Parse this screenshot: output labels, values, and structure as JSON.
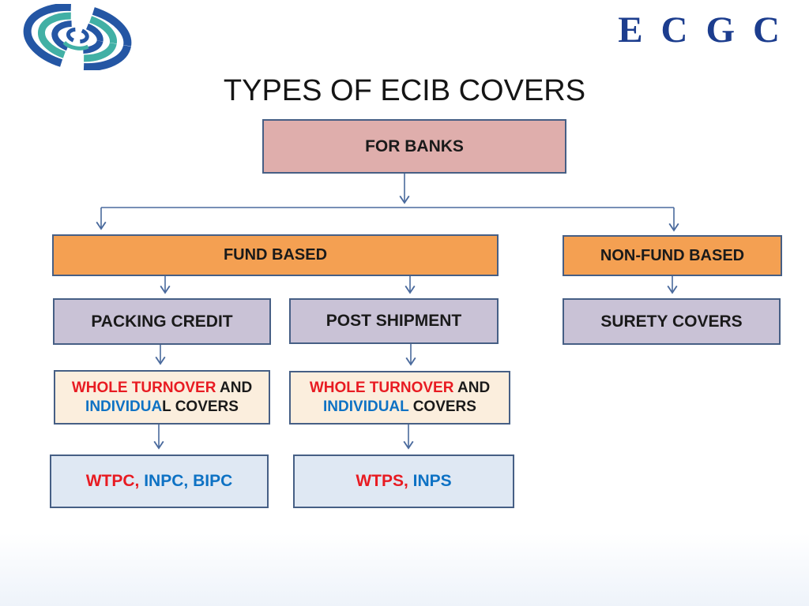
{
  "slide": {
    "title": "TYPES OF ECIB COVERS",
    "background": "#ffffff"
  },
  "brand": {
    "logo": "ecgc-concentric-ellipses-logo",
    "wordmark": "ECGC",
    "wordmark_color": "#1c3d8e",
    "logo_blue": "#2456a4",
    "logo_teal": "#41b0a5"
  },
  "colors": {
    "box_border": "#465f85",
    "connector": "#4a6a9d",
    "pink_fill": "#dfaeac",
    "orange_fill": "#f4a052",
    "lavender_fill": "#c9c2d6",
    "cream_fill": "#fbeedd",
    "lightblue_fill": "#dfe8f3",
    "red_text": "#e81b22",
    "blue_text": "#0e72c4",
    "black_text": "#1a1a1a"
  },
  "nodes": {
    "for_banks": {
      "label": "FOR BANKS"
    },
    "fund_based": {
      "label": "FUND BASED"
    },
    "non_fund_based": {
      "label": "NON-FUND BASED"
    },
    "packing_credit": {
      "label": "PACKING CREDIT"
    },
    "post_shipment": {
      "label": "POST SHIPMENT"
    },
    "surety_covers": {
      "label": "SURETY COVERS"
    },
    "packing_covers": {
      "seg1_red": "WHOLE TURNOVER",
      "seg2_black": " AND",
      "seg3_blue": "INDIVIDUA",
      "seg4_black": "L COVERS"
    },
    "shipment_covers": {
      "seg1_red": "WHOLE TURNOVER",
      "seg2_black": " AND",
      "seg3_blue": "INDIVIDUAL",
      "seg4_black": " COVERS"
    },
    "packing_codes": {
      "seg1_red": "WTPC,",
      "seg2_blue": " INPC, BIPC"
    },
    "shipment_codes": {
      "seg1_red": "WTPS,",
      "seg2_blue": " INPS"
    }
  }
}
